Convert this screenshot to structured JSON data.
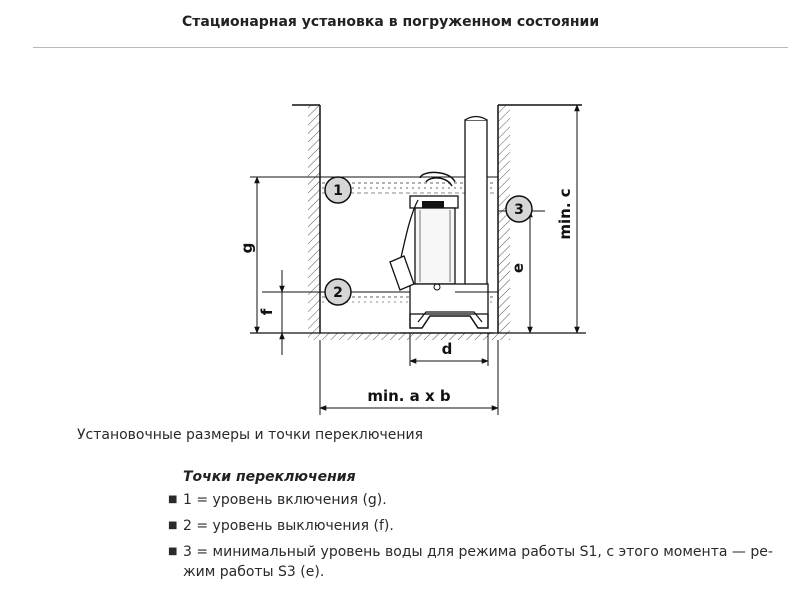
{
  "title": "Стационарная установка в погруженном состоянии",
  "diagram": {
    "markers": [
      "1",
      "2",
      "3"
    ],
    "dimensions": {
      "g": "g",
      "f": "f",
      "e": "e",
      "d": "d",
      "min_c": "min. c",
      "min_ab": "min. a x b"
    }
  },
  "caption": "Установочные размеры и точки переключения",
  "switch_points": {
    "heading": "Точки переключения",
    "items": [
      "1 = уровень включения (g).",
      "2 = уровень выключения (f).",
      "3 = минимальный уровень воды для режима работы S1, с этого момента — ре-жим работы S3 (e)."
    ]
  }
}
